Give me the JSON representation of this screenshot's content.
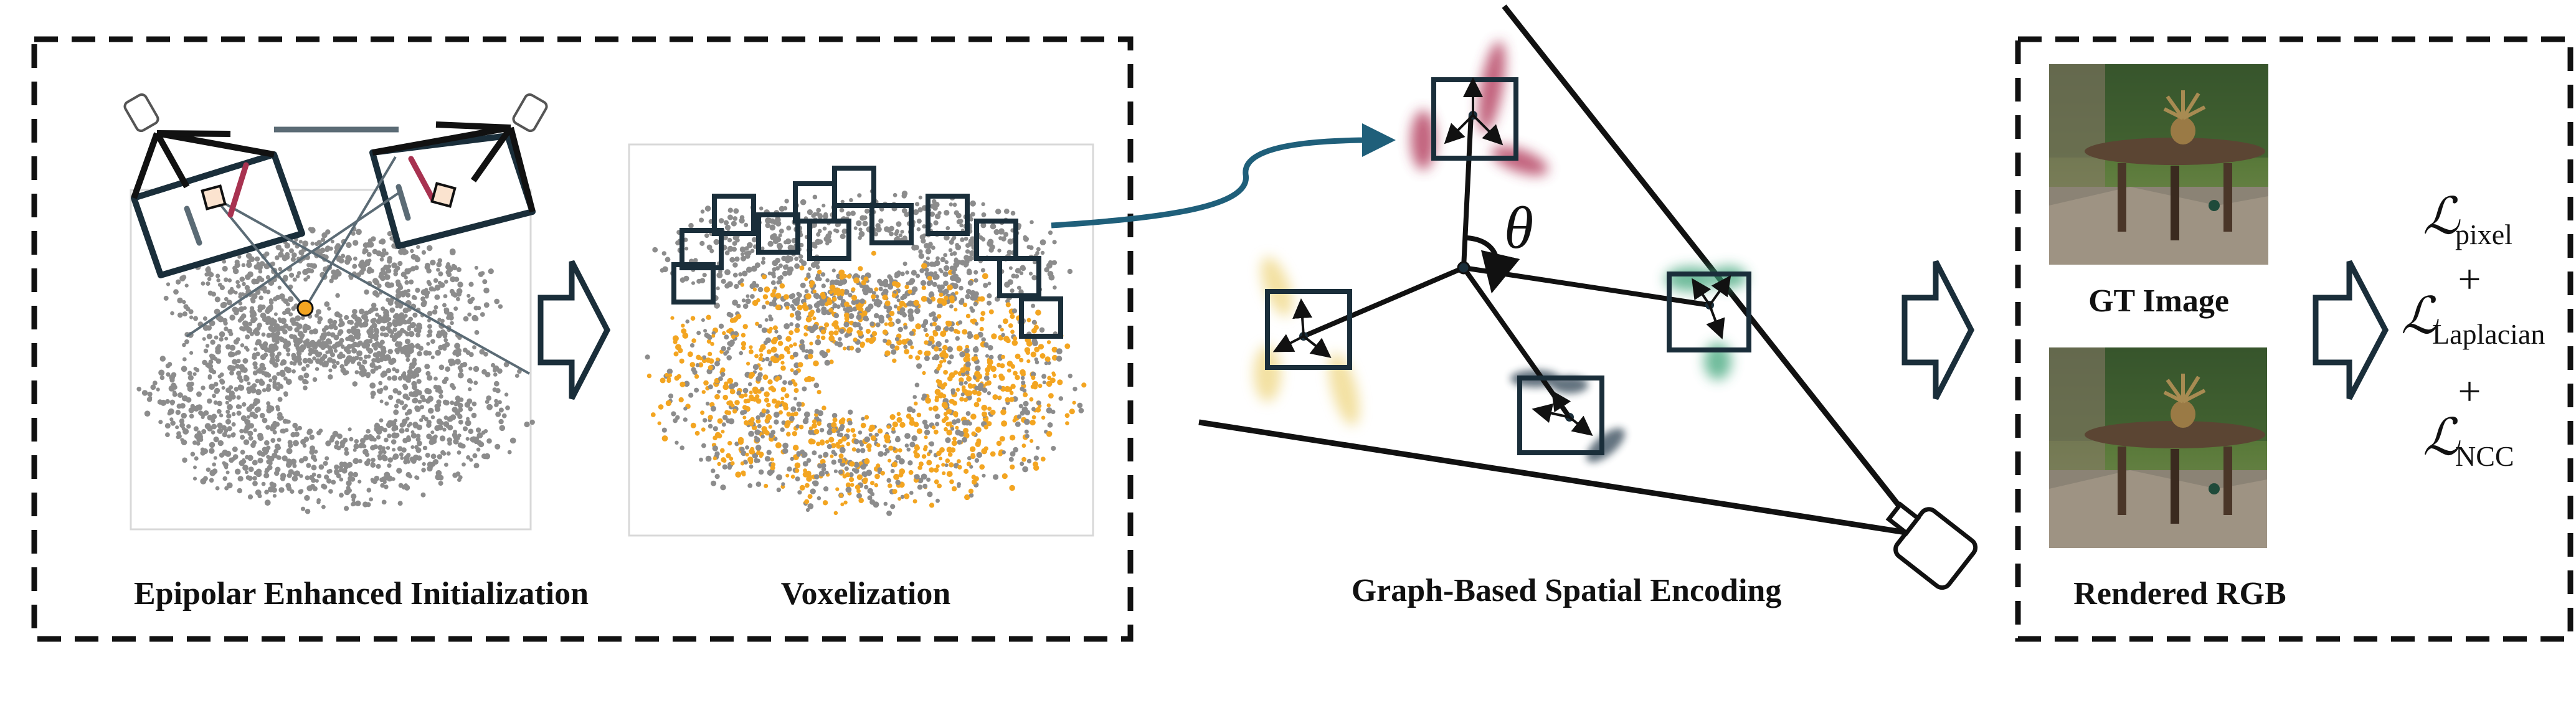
{
  "labels": {
    "epipolar": "Epipolar Enhanced Initialization",
    "voxelization": "Voxelization",
    "graph": "Graph-Based Spatial Encoding",
    "gt_image": "GT Image",
    "rendered_rgb": "Rendered RGB",
    "theta": "θ"
  },
  "loss": {
    "symbol": "ℒ",
    "terms": [
      "pixel",
      "Laplacian",
      "NCC"
    ],
    "plus": "+"
  },
  "colors": {
    "point_gray": "#8c8c8c",
    "point_orange": "#f3a521",
    "frame_dark": "#1a2e3a",
    "curve_blue": "#1f5f7a",
    "gauss_red": "#b23a5c",
    "gauss_yellow": "#eed47a",
    "gauss_green": "#3fa57a",
    "gauss_navy": "#23384a",
    "dash_red": "#a83250"
  }
}
